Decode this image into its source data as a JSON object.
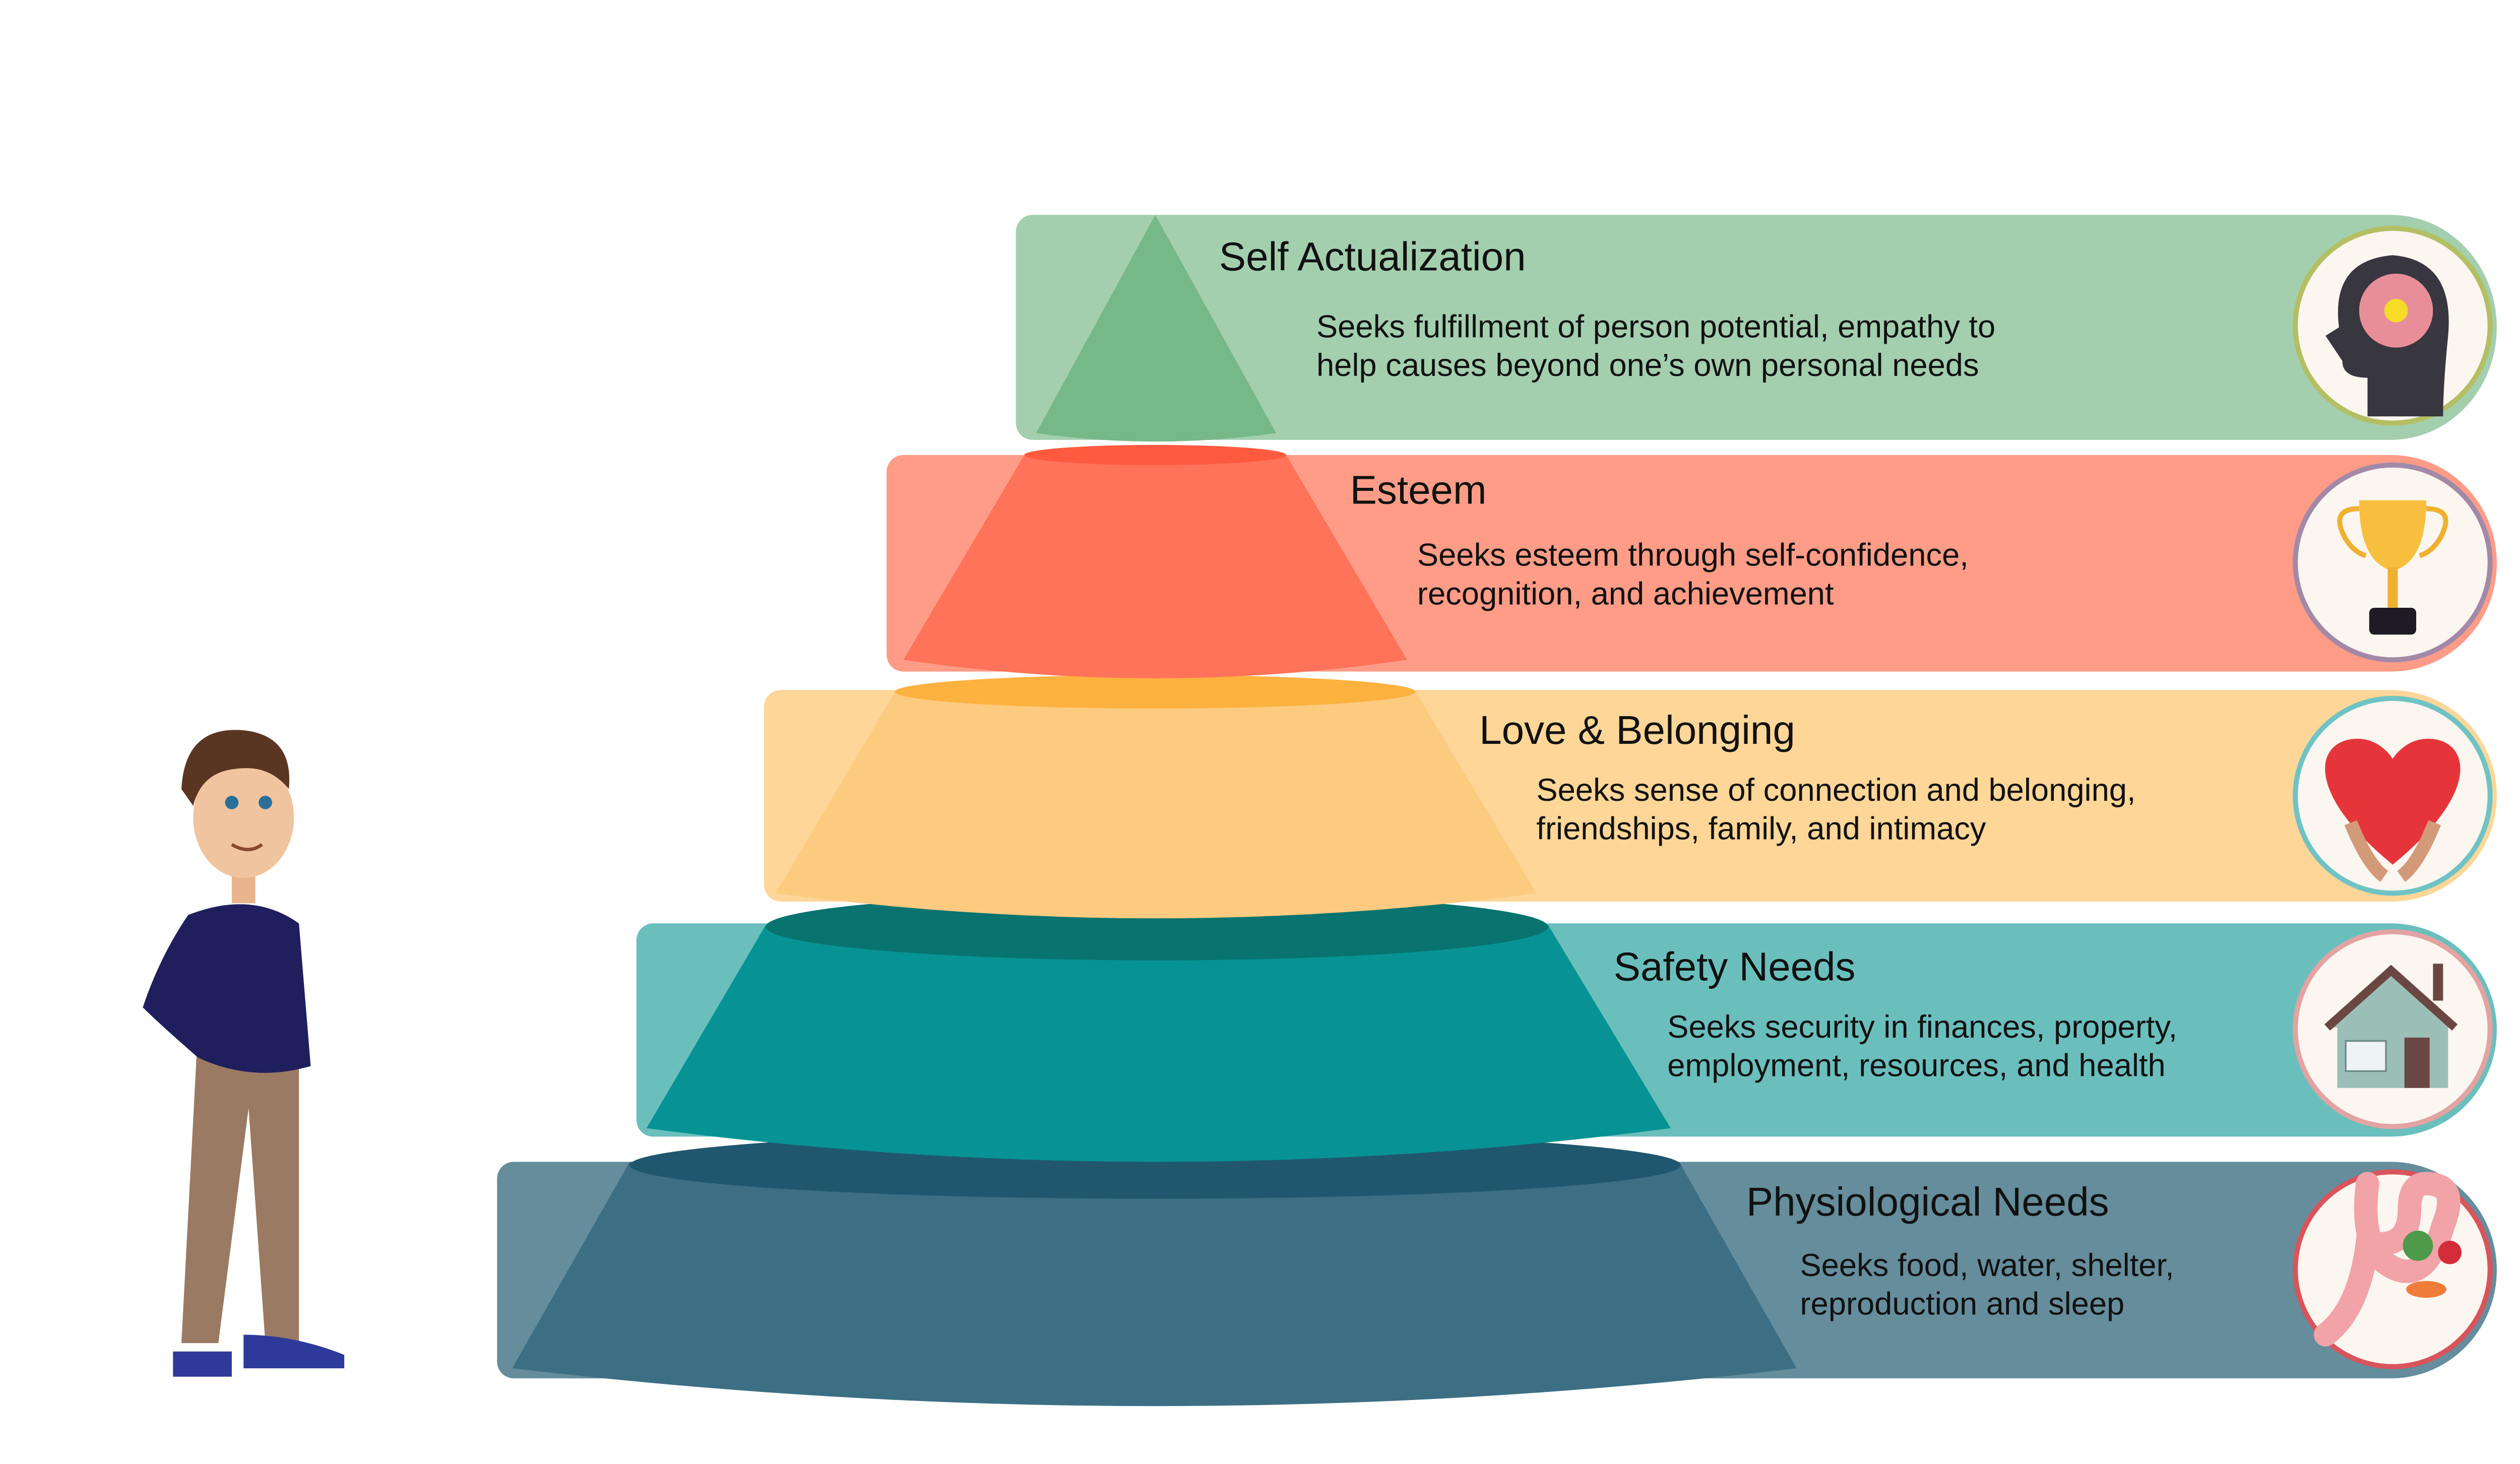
{
  "levels": [
    {
      "title": "Self Actualization",
      "lines": [
        "Seeks fulfillment of person potential, empathy to",
        "help causes beyond one’s own personal needs"
      ],
      "icon": "head-lightbulb-icon",
      "band": "#a3cfae",
      "cone": "#77b888"
    },
    {
      "title": "Esteem",
      "lines": [
        "Seeks esteem through self-confidence,",
        "recognition, and achievement"
      ],
      "icon": "trophy-icon",
      "band": "#fe9c87",
      "cone": "#fe735a"
    },
    {
      "title": "Love & Belonging",
      "lines": [
        "Seeks sense of connection and belonging,",
        "friendships, family, and intimacy"
      ],
      "icon": "heart-in-hands-icon",
      "band": "#fdd698",
      "cone": "#fccb80"
    },
    {
      "title": "Safety Needs",
      "lines": [
        "Seeks security in finances, property,",
        "employment, resources, and health"
      ],
      "icon": "house-icon",
      "band": "#6abfbd",
      "cone": "#079393"
    },
    {
      "title": "Physiological Needs",
      "lines": [
        "Seeks food, water, shelter,",
        "reproduction and sleep"
      ],
      "icon": "stomach-food-icon",
      "band": "#658d9c",
      "cone": "#3d6f84"
    }
  ]
}
